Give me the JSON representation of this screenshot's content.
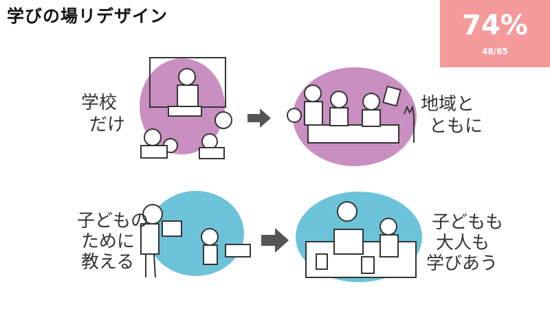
{
  "title": "学びの場リデザイン",
  "progress": {
    "percent_text": "74%",
    "count_text": "48/65",
    "current": 48,
    "total": 65
  },
  "colors": {
    "accent": "#f59a9a",
    "purple_blob": "#c98fc0",
    "blue_blob": "#6cc3d9",
    "sketch": "#333333",
    "arrow": "#555555"
  },
  "panels": {
    "top_left_caption": [
      "学校",
      "だけ"
    ],
    "top_right_caption": [
      "地域と",
      "ともに"
    ],
    "bottom_left_caption": [
      "子どもの",
      "ために",
      "教える"
    ],
    "bottom_right_caption": [
      "子どもも",
      "大人も",
      "学びあう"
    ]
  }
}
